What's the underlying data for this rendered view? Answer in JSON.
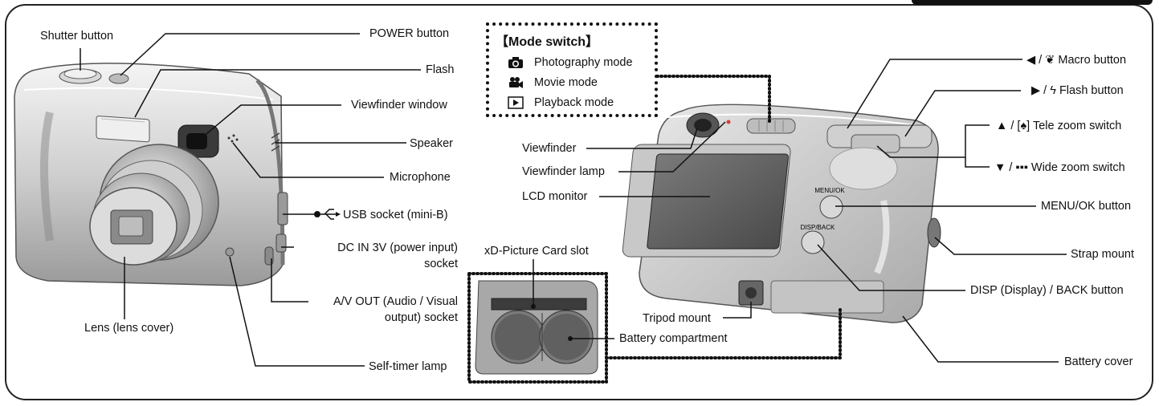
{
  "mode_switch": {
    "title": "【Mode switch】",
    "items": [
      {
        "icon": "camera-icon",
        "label": "Photography mode"
      },
      {
        "icon": "movie-camera-icon",
        "label": "Movie mode"
      },
      {
        "icon": "playback-icon",
        "label": "Playback mode"
      }
    ]
  },
  "labels": {
    "shutter_button": "Shutter button",
    "power_button": "POWER button",
    "flash": "Flash",
    "viewfinder_window": "Viewfinder window",
    "speaker": "Speaker",
    "microphone": "Microphone",
    "usb_socket": "USB socket (mini-B)",
    "dc_in_line1": "DC IN 3V (power input)",
    "dc_in_line2": "socket",
    "av_out_line1": "A/V OUT (Audio / Visual",
    "av_out_line2": "output) socket",
    "lens": "Lens (lens cover)",
    "self_timer_lamp": "Self-timer lamp",
    "xd_card_slot": "xD-Picture Card slot",
    "battery_compartment": "Battery compartment",
    "viewfinder": "Viewfinder",
    "viewfinder_lamp": "Viewfinder lamp",
    "lcd_monitor": "LCD monitor",
    "tripod_mount": "Tripod mount",
    "macro_button": "◀ / ❦ Macro button",
    "flash_button": "▶ / ϟ Flash button",
    "tele_zoom": "▲ / [♠] Tele zoom switch",
    "wide_zoom": "▼ / ▪▪▪ Wide zoom switch",
    "menu_ok_button": "MENU/OK button",
    "strap_mount": "Strap mount",
    "disp_back_button": "DISP (Display) / BACK button",
    "battery_cover": "Battery cover",
    "menu_ok_print": "MENU/OK",
    "disp_back_print": "DISP/BACK"
  }
}
